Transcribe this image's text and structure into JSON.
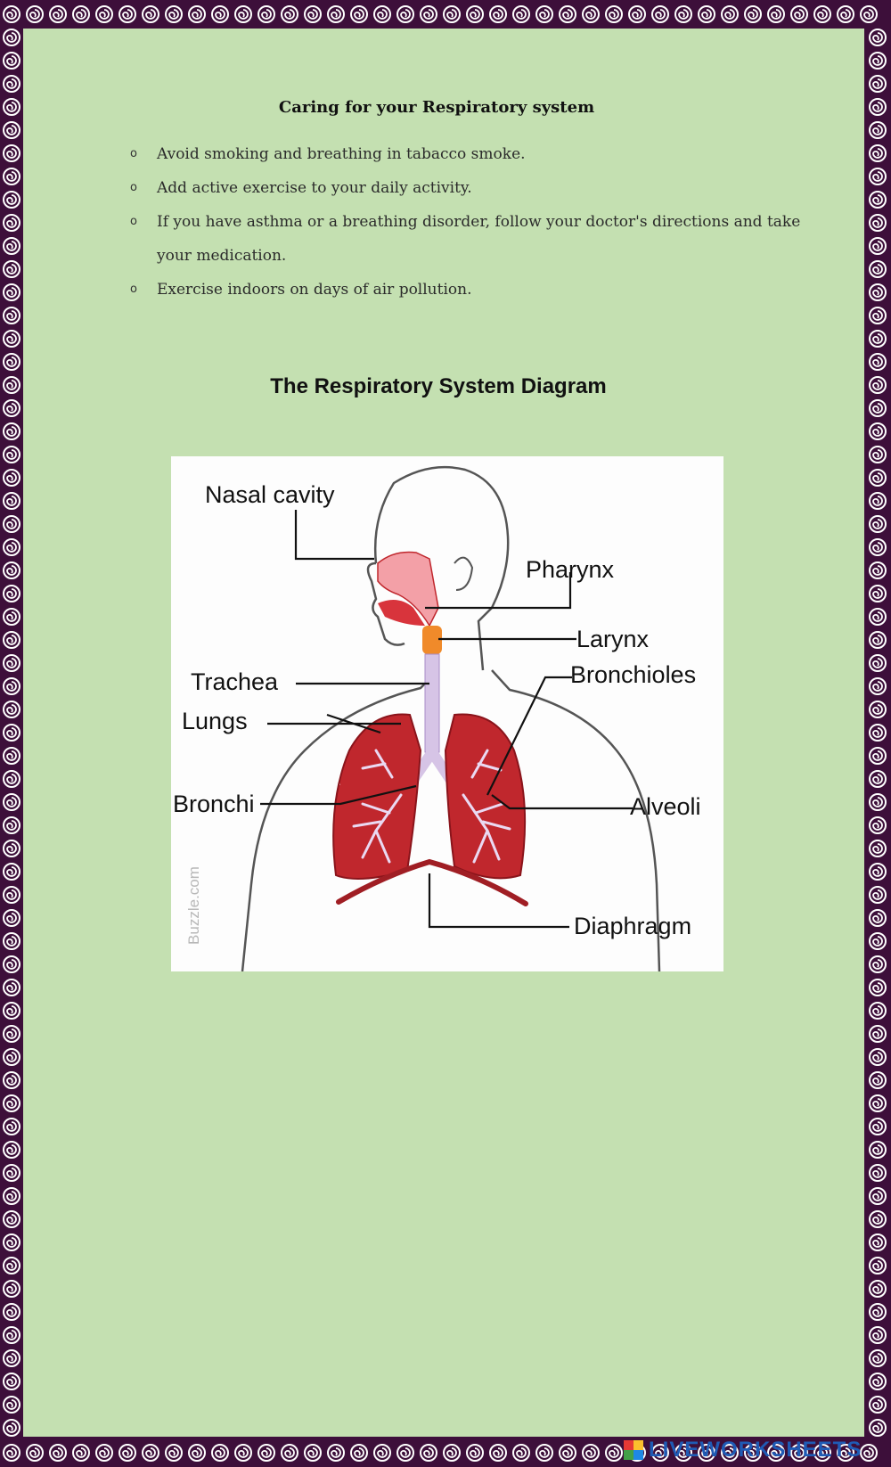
{
  "care_section": {
    "title": "Caring for your Respiratory system",
    "tips": [
      "Avoid smoking and breathing in tabacco smoke.",
      "Add active exercise to your daily activity.",
      "If you have asthma or a breathing disorder, follow your doctor's directions and take your medication.",
      "Exercise indoors on days of air pollution."
    ],
    "bullet_symbol": "o"
  },
  "diagram": {
    "title": "The Respiratory System Diagram",
    "labels": {
      "nasal_cavity": "Nasal cavity",
      "pharynx": "Pharynx",
      "larynx": "Larynx",
      "bronchioles": "Bronchioles",
      "trachea": "Trachea",
      "lungs": "Lungs",
      "bronchi": "Bronchi",
      "alveoli": "Alveoli",
      "diaphragm": "Diaphragm"
    },
    "watermark": "Buzzle.com"
  },
  "footer": {
    "brand": "LIVEWORKSHEETS"
  },
  "colors": {
    "border": "#3d0f3a",
    "background": "#c4e0b1",
    "lung": "#c0272d",
    "brand": "#1f5bb5"
  }
}
